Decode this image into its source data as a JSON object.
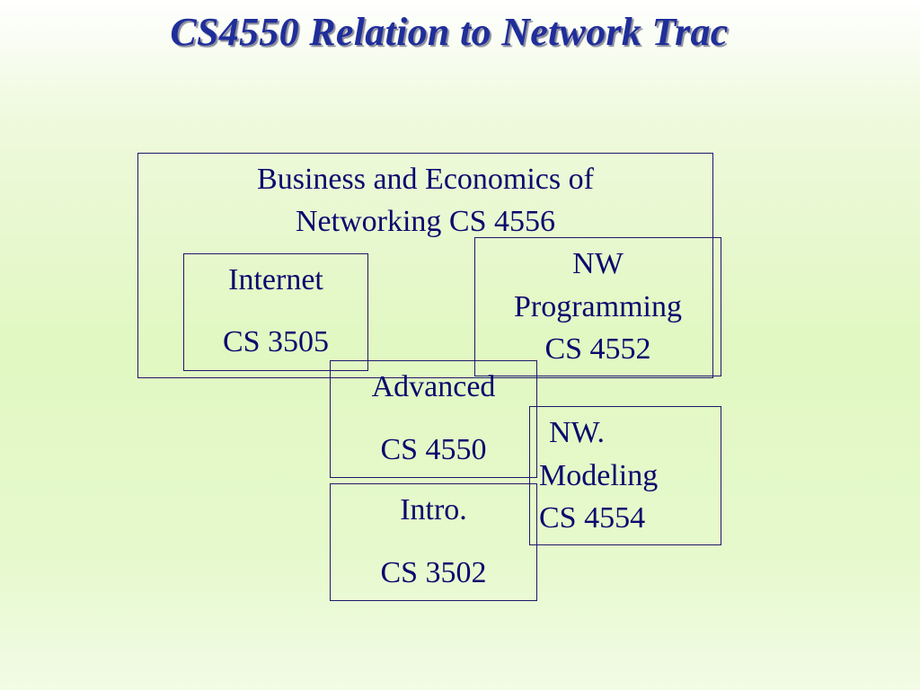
{
  "title": "CS4550 Relation to Network Trac",
  "colors": {
    "title": "#1f2e9a",
    "text": "#0a0a6e",
    "border": "#1a1a6a",
    "background": "#e1f8c2"
  },
  "nodes": {
    "business": {
      "line1": "Business and Economics of",
      "line2": "Networking  CS 4556"
    },
    "internet": {
      "line1": "Internet",
      "line2": "CS 3505"
    },
    "nw_programming": {
      "line1": "NW",
      "line2": "Programming",
      "line3": "CS 4552"
    },
    "advanced": {
      "line1": "Advanced",
      "line2": "CS 4550"
    },
    "nw_modeling": {
      "line1": "NW.",
      "line2": "Modeling",
      "line3": "CS 4554"
    },
    "intro": {
      "line1": "Intro.",
      "line2": "CS 3502"
    }
  }
}
